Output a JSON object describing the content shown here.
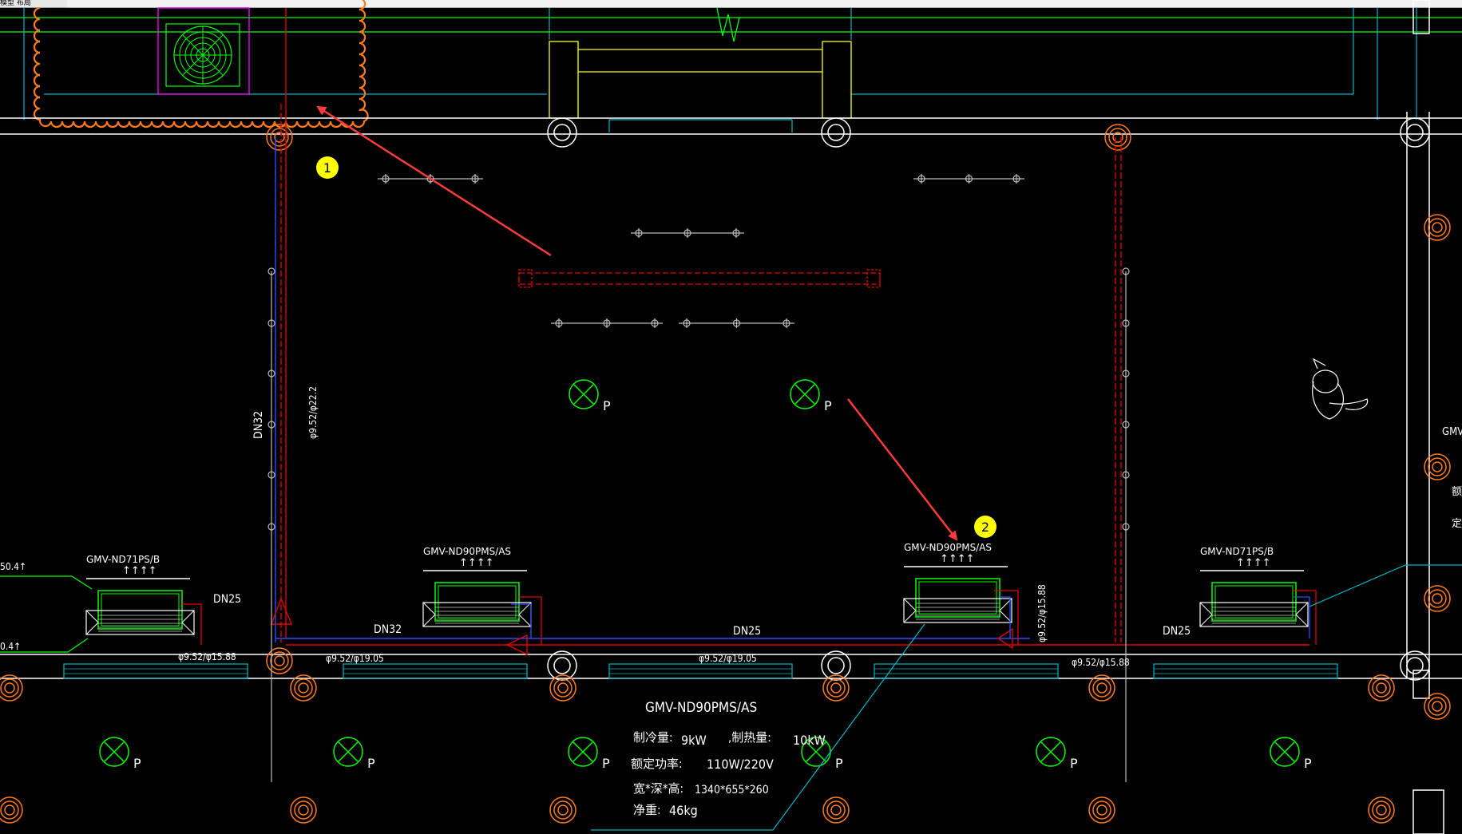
{
  "window": {
    "tab_label": "模型 布局"
  },
  "drawing": {
    "units": [
      {
        "model": "GMV-ND71PS/B",
        "arrows": "↑↑↑↑"
      },
      {
        "model": "GMV-ND90PMS/AS",
        "arrows": "↑↑↑↑"
      },
      {
        "model": "GMV-ND90PMS/AS",
        "arrows": "↑↑↑↑"
      },
      {
        "model": "GMV-ND71PS/B",
        "arrows": "↑↑↑↑"
      }
    ],
    "pipe_labels": {
      "dn32_vertical": "DN32",
      "pipe_vertical": "φ9.52/φ22.2",
      "dn25_left": "DN25",
      "dn32_mid": "DN32",
      "dn25_mid": "DN25",
      "dn25_right": "DN25",
      "pipe_right_vertical": "φ9.52/φ15.88",
      "pipe_a": "φ9.52/φ15.88",
      "pipe_b": "φ9.52/φ19.05",
      "pipe_c": "φ9.52/φ19.05",
      "pipe_d": "φ9.52/φ15.88"
    },
    "left_edge_labels": [
      "50.4↑",
      "0.4↑"
    ],
    "right_edge_label": "GMV",
    "right_edge_chars": [
      "额",
      "定"
    ],
    "floor_drain_label": "P",
    "markers": [
      "1",
      "2"
    ],
    "spec": {
      "title": "GMV-ND90PMS/AS",
      "cooling_label": "制冷量:",
      "cooling_value": "9kW",
      "heating_label": ",制热量:",
      "heating_value": "10kW",
      "power_label": "额定功率:",
      "power_value": "110W/220V",
      "dims_label": "宽*深*高:",
      "dims_value": "1340*655*260",
      "weight_label": "净重:",
      "weight_value": "46kg"
    }
  },
  "colors": {
    "background": "#000000",
    "wall": "#ffffff",
    "cyan": "#00b7c7",
    "green": "#00ff00",
    "red_pipe": "#e00000",
    "blue_pipe": "#2b4cff",
    "orange": "#ff7b1c",
    "yellow": "#ffff00",
    "magenta": "#ff00ff",
    "annotation_arrow": "#ff3b3b",
    "marker_fill": "#ffff00"
  }
}
